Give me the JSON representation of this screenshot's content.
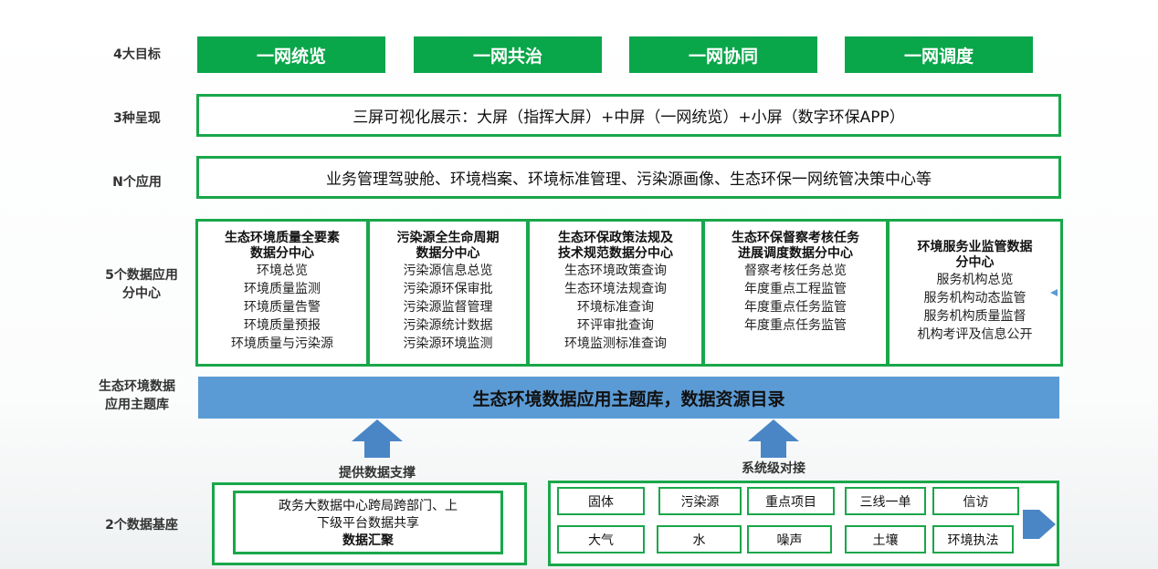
{
  "row_labels": {
    "goals": "4大目标",
    "presentation": "3种呈现",
    "applications": "N个应用",
    "centers": [
      "5个数据应用",
      "分中心"
    ],
    "theme_db": [
      "生态环境数据",
      "应用主题库"
    ],
    "bases": "2个数据基座"
  },
  "goals": [
    "一网统览",
    "一网共治",
    "一网协同",
    "一网调度"
  ],
  "presentation_text": "三屏可视化展示：大屏（指挥大屏）+中屏（一网统览）+小屏（数字环保APP）",
  "applications_text": "业务管理驾驶舱、环境档案、环境标准管理、污染源画像、生态环保一网统管决策中心等",
  "centers": [
    {
      "title": [
        "生态环境质量全要素",
        "数据分中心"
      ],
      "items": [
        "环境总览",
        "环境质量监测",
        "环境质量告警",
        "环境质量预报",
        "环境质量与污染源"
      ]
    },
    {
      "title": [
        "污染源全生命周期",
        "数据分中心"
      ],
      "items": [
        "污染源信息总览",
        "污染源环保审批",
        "污染源监督管理",
        "污染源统计数据",
        "污染源环境监测"
      ]
    },
    {
      "title": [
        "生态环保政策法规及",
        "技术规范数据分中心"
      ],
      "items": [
        "生态环境政策查询",
        "生态环境法规查询",
        "环境标准查询",
        "环评审批查询",
        "环境监测标准查询"
      ]
    },
    {
      "title": [
        "生态环保督察考核任务",
        "进展调度数据分中心"
      ],
      "items": [
        "督察考核任务总览",
        "年度重点工程监管",
        "年度重点任务监管",
        "年度重点任务监管"
      ]
    },
    {
      "title": [
        "环境服务业监管数据",
        "分中心"
      ],
      "items": [
        "服务机构总览",
        "服务机构动态监管",
        "服务机构质量监督",
        "机构考评及信息公开"
      ]
    }
  ],
  "theme_db_text": "生态环境数据应用主题库，数据资源目录",
  "left_caption": "提供数据支撑",
  "right_caption": "系统级对接",
  "left_base": [
    "政务大数据中心跨局跨部门、上",
    "下级平台数据共享",
    "数据汇聚"
  ],
  "right_base_row1": [
    "固体",
    "污染源",
    "重点项目",
    "三线一单",
    "信访"
  ],
  "right_base_row2": [
    "大气",
    "水",
    "噪声",
    "土壤",
    "环境执法"
  ],
  "colors": {
    "green": "#19a74a",
    "goal_fill": "#0aa64a",
    "blue_bar": "#5b9bd5",
    "arrow": "#4a86c5"
  }
}
